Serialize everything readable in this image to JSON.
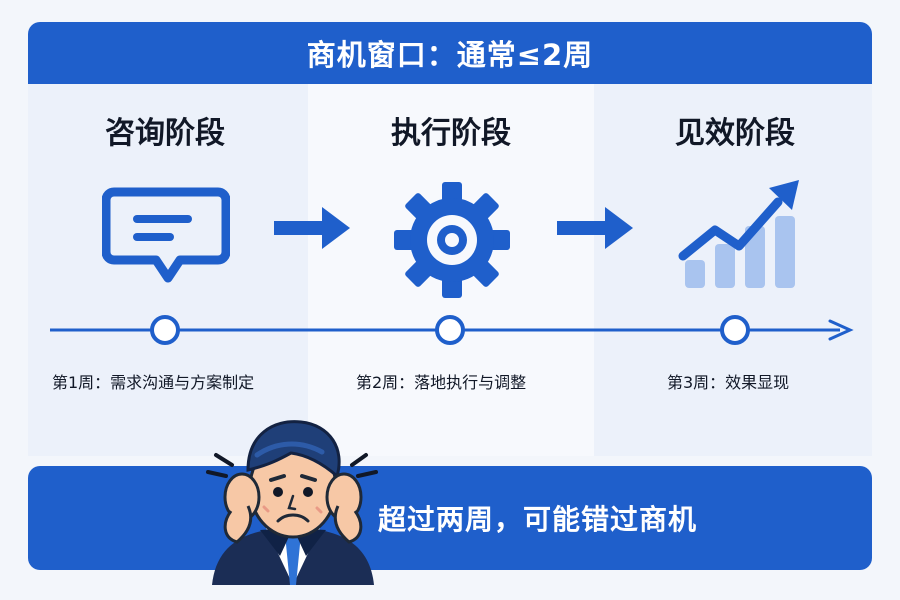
{
  "header": {
    "title": "商机窗口：通常≤2周"
  },
  "stages": [
    {
      "title": "咨询阶段",
      "icon": "chat-bubble-icon",
      "week": "第1周：需求沟通与方案制定"
    },
    {
      "title": "执行阶段",
      "icon": "gear-icon",
      "week": "第2周：落地执行与调整"
    },
    {
      "title": "见效阶段",
      "icon": "growth-chart-icon",
      "week": "第3周：效果显现"
    }
  ],
  "footer": {
    "message": "超过两周，可能错过商机"
  },
  "colors": {
    "primary": "#1f5fcb",
    "light_bar": "#a9c4ef",
    "text": "#111827"
  }
}
